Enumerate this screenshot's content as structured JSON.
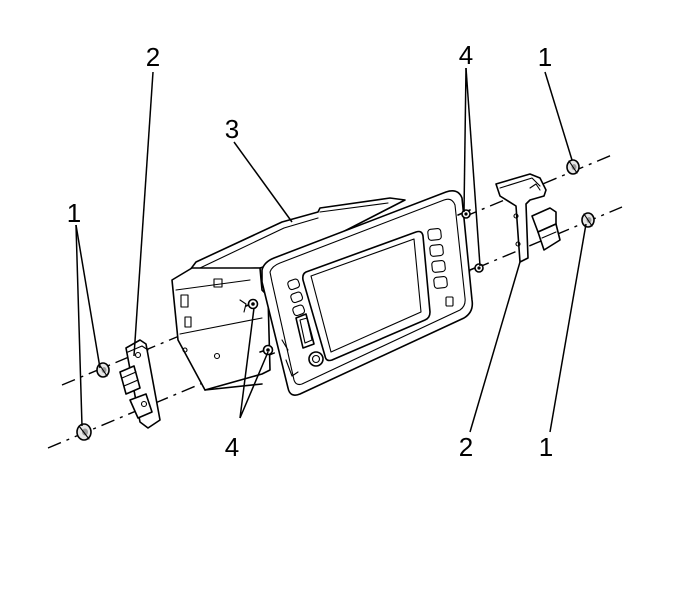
{
  "callouts": {
    "nut_left_upper": "1",
    "nut_left_lower": "1",
    "nut_right_upper": "1",
    "nut_right_lower": "1",
    "bracket_left": "2",
    "bracket_right": "2",
    "radio_unit": "3",
    "bolt_upper": "4",
    "bolt_lower": "4"
  }
}
